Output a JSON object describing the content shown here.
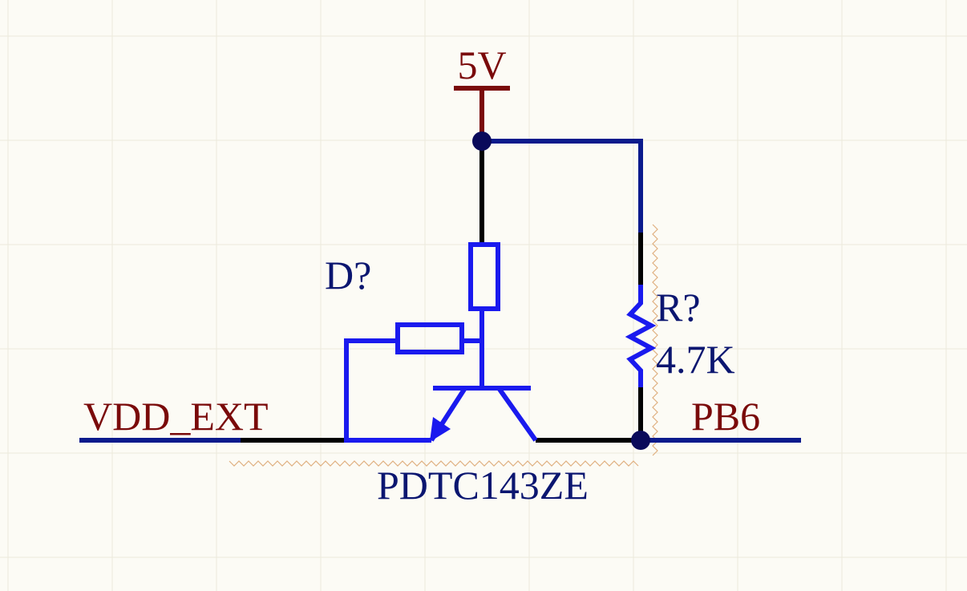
{
  "colors": {
    "background": "#fcfbf5",
    "grid": "#ece9dc",
    "wire": "#0a1a8c",
    "component": "#1a1aee",
    "pin": "#000000",
    "net_label": "#7a0a0a",
    "designator": "#0b1670",
    "junction": "#0a0a5a",
    "selection_zigzag": "#e0b080"
  },
  "schematic": {
    "power_port": {
      "name": "5V"
    },
    "transistor": {
      "designator": "D?",
      "comment": "PDTC143ZE"
    },
    "resistor": {
      "designator": "R?",
      "value": "4.7K"
    },
    "net_labels": {
      "left": "VDD_EXT",
      "right": "PB6"
    }
  }
}
